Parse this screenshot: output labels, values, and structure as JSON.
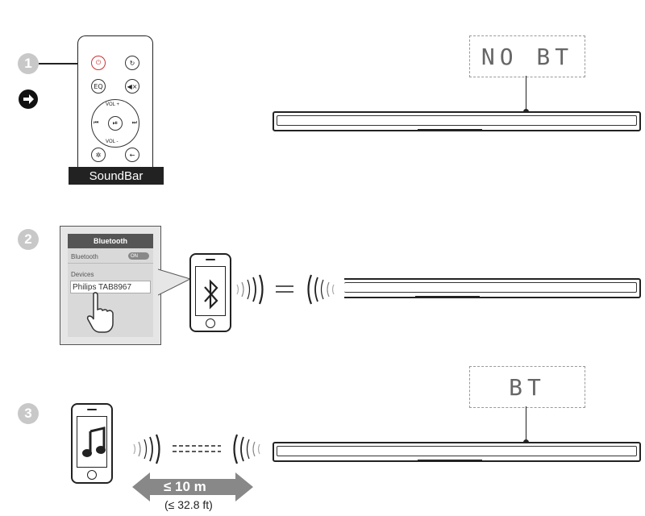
{
  "steps": [
    {
      "number": "1",
      "display_text": "NO BT",
      "remote_label": "SoundBar"
    },
    {
      "number": "2",
      "panel_title": "Bluetooth",
      "panel_toggle_label": "Bluetooth",
      "toggle_state": "ON",
      "devices_header": "Devices",
      "device_name": "Philips TAB8967"
    },
    {
      "number": "3",
      "display_text": "BT",
      "distance_metric": "≤ 10 m",
      "distance_imperial": "(≤ 32.8 ft)"
    }
  ],
  "remote": {
    "vol_plus": "VOL +",
    "vol_minus": "VOL -",
    "eq": "EQ"
  },
  "icons": [
    "power-icon",
    "source-icon",
    "eq-icon",
    "mute-icon",
    "prev-icon",
    "play-pause-icon",
    "next-icon",
    "settings-icon",
    "back-icon",
    "bluetooth-icon",
    "music-note-icon",
    "hand-pointer-icon",
    "arrow-right-icon"
  ],
  "colors": {
    "badge": "#c8c8c8",
    "line": "#222222",
    "arrow": "#888888"
  }
}
